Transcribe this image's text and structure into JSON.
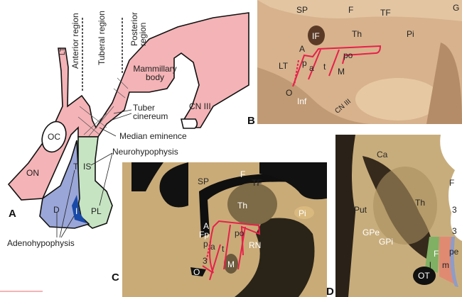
{
  "panelA": {
    "letter": "A",
    "regions": [
      "Anterior region",
      "Tuberal region",
      "Posterior region"
    ],
    "labels": {
      "lt": "LT",
      "oc": "OC",
      "on": "ON",
      "mammillary": "Mammillary body",
      "tuber": "Tuber cinereum",
      "median": "Median eminence",
      "neuro": "Neurohypophysis",
      "t": "T",
      "is": "IS",
      "d": "D",
      "i": "I",
      "pl": "PL",
      "adeno": "Adenohypophysis",
      "cn3": "CN III"
    },
    "colors": {
      "pink": "#f4b3b6",
      "green": "#c6e4c2",
      "blue": "#9aa6d8",
      "darkblue": "#1a4aa8"
    }
  },
  "panelB": {
    "letter": "B",
    "labels": {
      "sp": "SP",
      "f": "F",
      "tf": "TF",
      "g": "G",
      "if": "IF",
      "th": "Th",
      "pi": "Pi",
      "a": "A",
      "p": "p",
      "a2": "a",
      "t": "t",
      "po": "po",
      "m": "M",
      "lt": "LT",
      "o": "O",
      "inf": "Inf",
      "cn3": "CN III"
    }
  },
  "panelC": {
    "letter": "C",
    "labels": {
      "sp": "SP",
      "f": "F",
      "tf": "TF",
      "th": "Th",
      "pi": "Pi",
      "a": "A",
      "fp": "Fp",
      "p": "p",
      "a2": "a",
      "t": "t",
      "po": "po",
      "rn": "RN",
      "m": "M",
      "three": "3",
      "o": "O"
    }
  },
  "panelD": {
    "letter": "D",
    "labels": {
      "ca": "Ca",
      "f": "F",
      "th": "Th",
      "put": "Put",
      "three1": "3",
      "three2": "3",
      "gpe": "GPe",
      "gpi": "GPi",
      "f2": "F",
      "pe": "pe",
      "l": "l",
      "m": "m",
      "ot": "OT"
    }
  }
}
